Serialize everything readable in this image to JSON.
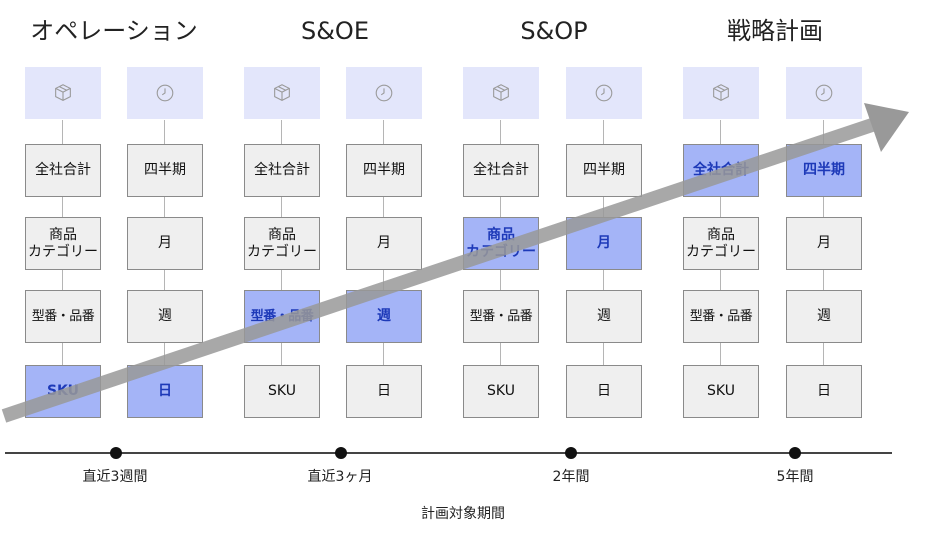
{
  "columns": [
    {
      "title": "オペレーション",
      "dims": [
        {
          "icon": "box-icon",
          "levels": [
            "SKU",
            "型番・品番",
            "商品\nカテゴリー",
            "全社合計"
          ],
          "highlight": 0
        },
        {
          "icon": "clock-icon",
          "levels": [
            "日",
            "週",
            "月",
            "四半期"
          ],
          "highlight": 0
        }
      ]
    },
    {
      "title": "S&OE",
      "dims": [
        {
          "icon": "box-icon",
          "levels": [
            "SKU",
            "型番・品番",
            "商品\nカテゴリー",
            "全社合計"
          ],
          "highlight": 1
        },
        {
          "icon": "clock-icon",
          "levels": [
            "日",
            "週",
            "月",
            "四半期"
          ],
          "highlight": 1
        }
      ]
    },
    {
      "title": "S&OP",
      "dims": [
        {
          "icon": "box-icon",
          "levels": [
            "SKU",
            "型番・品番",
            "商品\nカテゴリー",
            "全社合計"
          ],
          "highlight": 2
        },
        {
          "icon": "clock-icon",
          "levels": [
            "日",
            "週",
            "月",
            "四半期"
          ],
          "highlight": 2
        }
      ]
    },
    {
      "title": "戦略計画",
      "dims": [
        {
          "icon": "box-icon",
          "levels": [
            "SKU",
            "型番・品番",
            "商品\nカテゴリー",
            "全社合計"
          ],
          "highlight": 3
        },
        {
          "icon": "clock-icon",
          "levels": [
            "日",
            "週",
            "月",
            "四半期"
          ],
          "highlight": 3
        }
      ]
    }
  ],
  "timeline": {
    "ticks": [
      "直近3週間",
      "直近3ヶ月",
      "2年間",
      "5年間"
    ],
    "axis_title": "計画対象期間"
  },
  "colors": {
    "highlight_fill": "#a4b4f7",
    "highlight_text": "#1d39b8",
    "box_fill": "#efefef",
    "icon_bg": "#e3e6fb",
    "arrow": "#999999"
  }
}
